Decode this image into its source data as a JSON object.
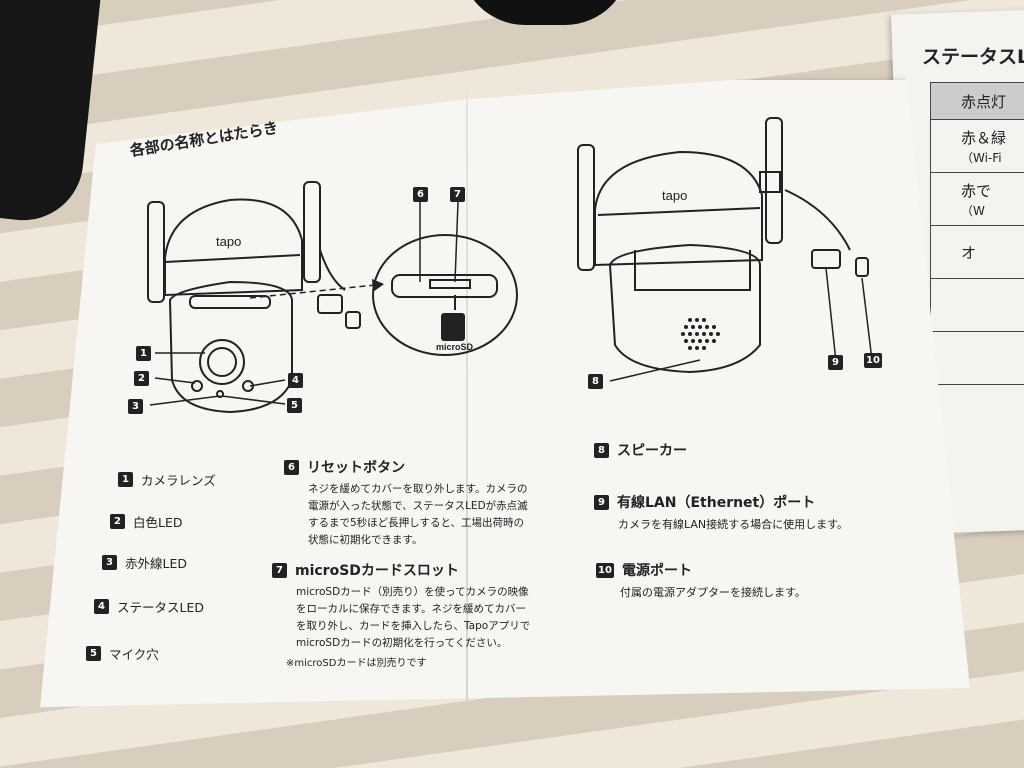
{
  "section_title": "各部の名称とはたらき",
  "brand_logo": "tapo",
  "sd_label": "microSD",
  "callouts": {
    "c1": "1",
    "c2": "2",
    "c3": "3",
    "c4": "4",
    "c5": "5",
    "c6": "6",
    "c7": "7",
    "c8": "8",
    "c9": "9",
    "c10": "10"
  },
  "left_parts": [
    {
      "num": "1",
      "label": "カメラレンズ"
    },
    {
      "num": "2",
      "label": "白色LED"
    },
    {
      "num": "3",
      "label": "赤外線LED"
    },
    {
      "num": "4",
      "label": "ステータスLED"
    },
    {
      "num": "5",
      "label": "マイク穴"
    }
  ],
  "mid_parts": [
    {
      "num": "6",
      "title": "リセットボタン",
      "desc": [
        "ネジを緩めてカバーを取り外します。カメラの",
        "電源が入った状態で、ステータスLEDが赤点滅",
        "するまで5秒ほど長押しすると、工場出荷時の",
        "状態に初期化できます。"
      ]
    },
    {
      "num": "7",
      "title": "microSDカードスロット",
      "desc": [
        "microSDカード（別売り）を使ってカメラの映像",
        "をローカルに保存できます。ネジを緩めてカバー",
        "を取り外し、カードを挿入したら、Tapoアプリで",
        "microSDカードの初期化を行ってください。"
      ],
      "note": "※microSDカードは別売りです"
    }
  ],
  "right_parts": [
    {
      "num": "8",
      "title": "スピーカー",
      "desc": ""
    },
    {
      "num": "9",
      "title": "有線LAN（Ethernet）ポート",
      "desc": "カメラを有線LAN接続する場合に使用します。"
    },
    {
      "num": "10",
      "title": "電源ポート",
      "desc": "付属の電源アダプターを接続します。"
    }
  ],
  "next_page": {
    "title": "ステータスLED",
    "rows": [
      "赤点灯",
      "赤＆緑",
      "（Wi-Fi",
      "赤で",
      "（W",
      "オ"
    ]
  }
}
